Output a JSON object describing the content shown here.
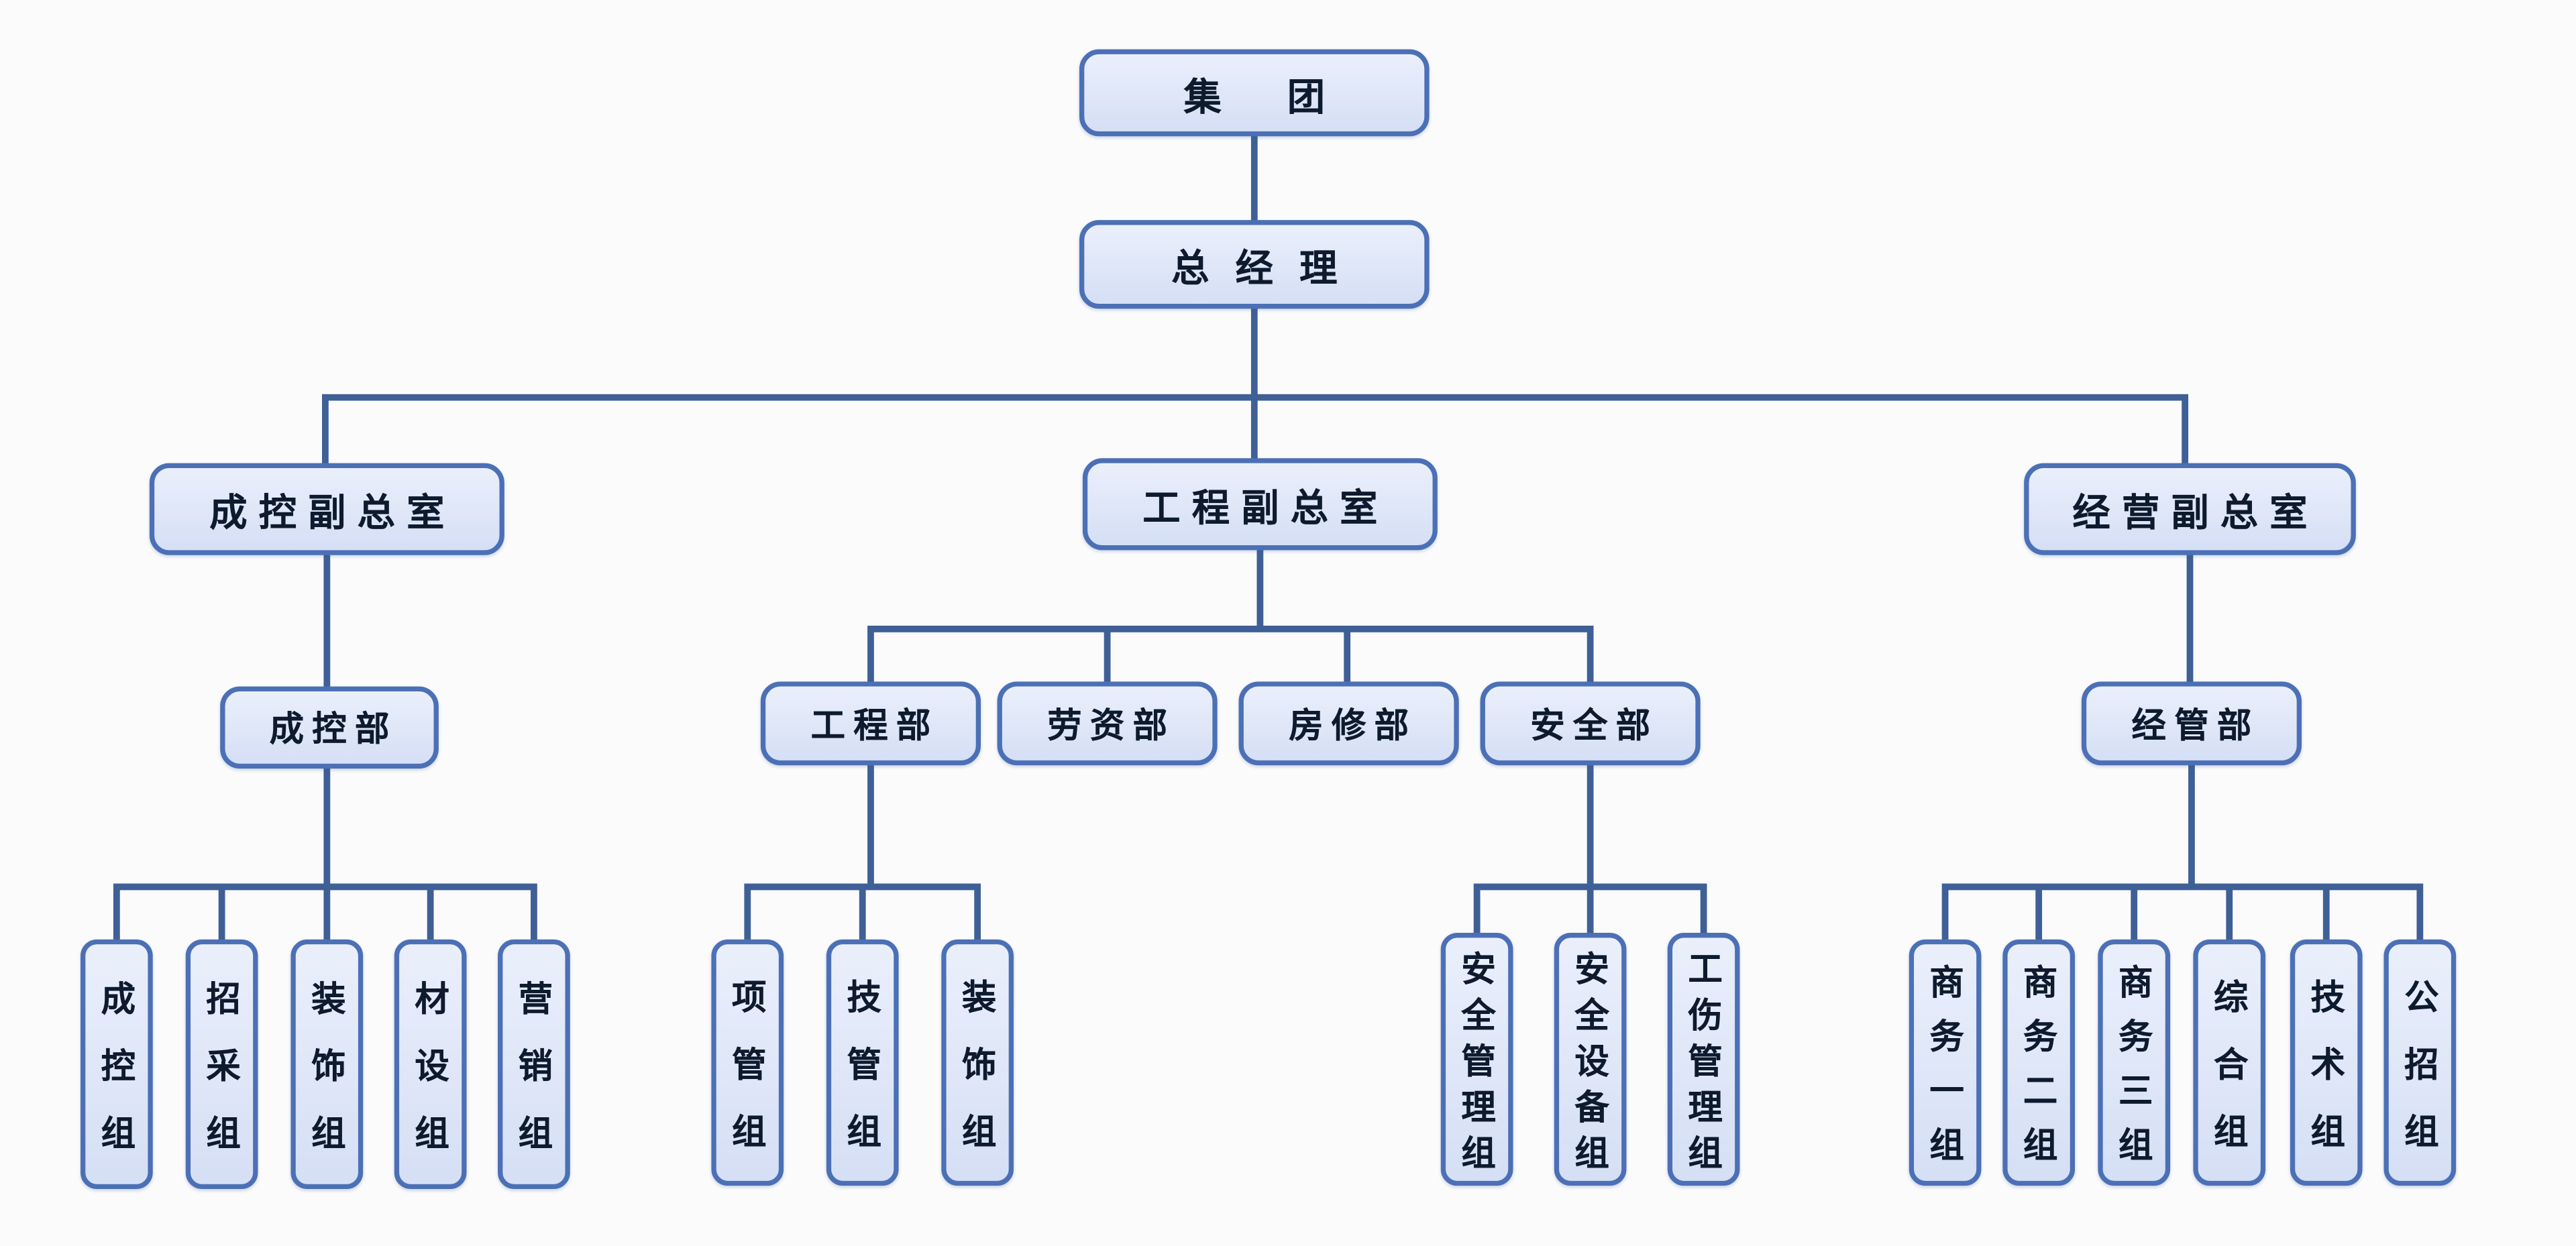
{
  "org": {
    "root": "集团",
    "general_manager": "总经理",
    "branches": [
      {
        "office": "成控副总室",
        "departments": [
          {
            "name": "成控部",
            "teams": [
              "成控组",
              "招采组",
              "装饰组",
              "材设组",
              "营销组"
            ]
          }
        ]
      },
      {
        "office": "工程副总室",
        "departments": [
          {
            "name": "工程部",
            "teams": [
              "项管组",
              "技管组",
              "装饰组"
            ]
          },
          {
            "name": "劳资部",
            "teams": []
          },
          {
            "name": "房修部",
            "teams": []
          },
          {
            "name": "安全部",
            "teams": [
              "安全管理组",
              "安全设备组",
              "工伤管理组"
            ]
          }
        ]
      },
      {
        "office": "经营副总室",
        "departments": [
          {
            "name": "经管部",
            "teams": [
              "商务一组",
              "商务二组",
              "商务三组",
              "综合组",
              "技术组",
              "公招组"
            ]
          }
        ]
      }
    ],
    "colors": {
      "box_fill": "#dbe3f6",
      "box_border": "#4c70b6",
      "line": "#3f6096",
      "text": "#0e1a2e"
    }
  }
}
